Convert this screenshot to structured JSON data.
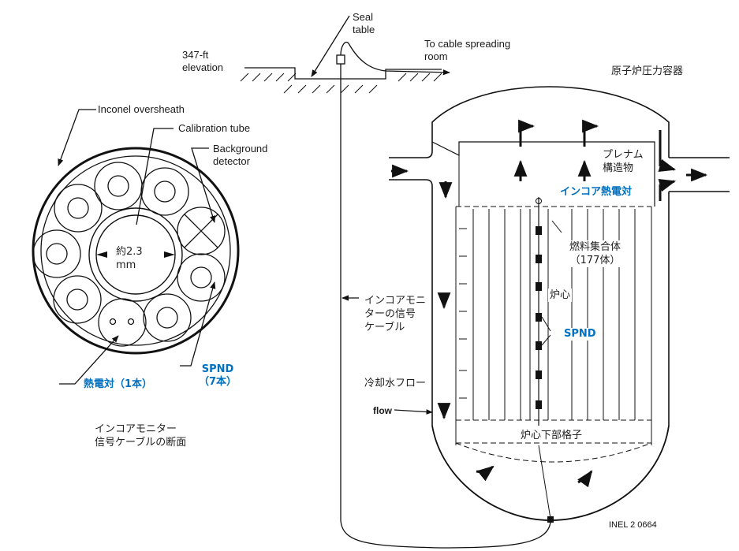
{
  "figure_id": "INEL 2 0664",
  "cross_section": {
    "labels": {
      "inconel_oversheath": "Inconel oversheath",
      "calibration_tube": "Calibration tube",
      "background_detector": "Background\ndetector",
      "diameter": "約2.3\nmm",
      "thermocouple": "熱電対（1本）",
      "spnd": "SPND\n（7本）"
    },
    "caption": "インコアモニター\n信号ケーブルの断面"
  },
  "site": {
    "elevation": "347-ft\nelevation",
    "seal_table": "Seal\ntable",
    "cable_room": "To cable spreading\nroom"
  },
  "vessel": {
    "title": "原子炉圧力容器",
    "plenum": "プレナム\n構造物",
    "incore_thermocouple": "インコア熱電対",
    "fuel_assemblies": "燃料集合体\n（177体）",
    "core": "炉心",
    "spnd": "SPND",
    "cable": "インコアモニ\nターの信号\nケーブル",
    "coolant_flow": "冷却水フロー",
    "flow_en": "flow",
    "lower_grid": "炉心下部格子"
  }
}
